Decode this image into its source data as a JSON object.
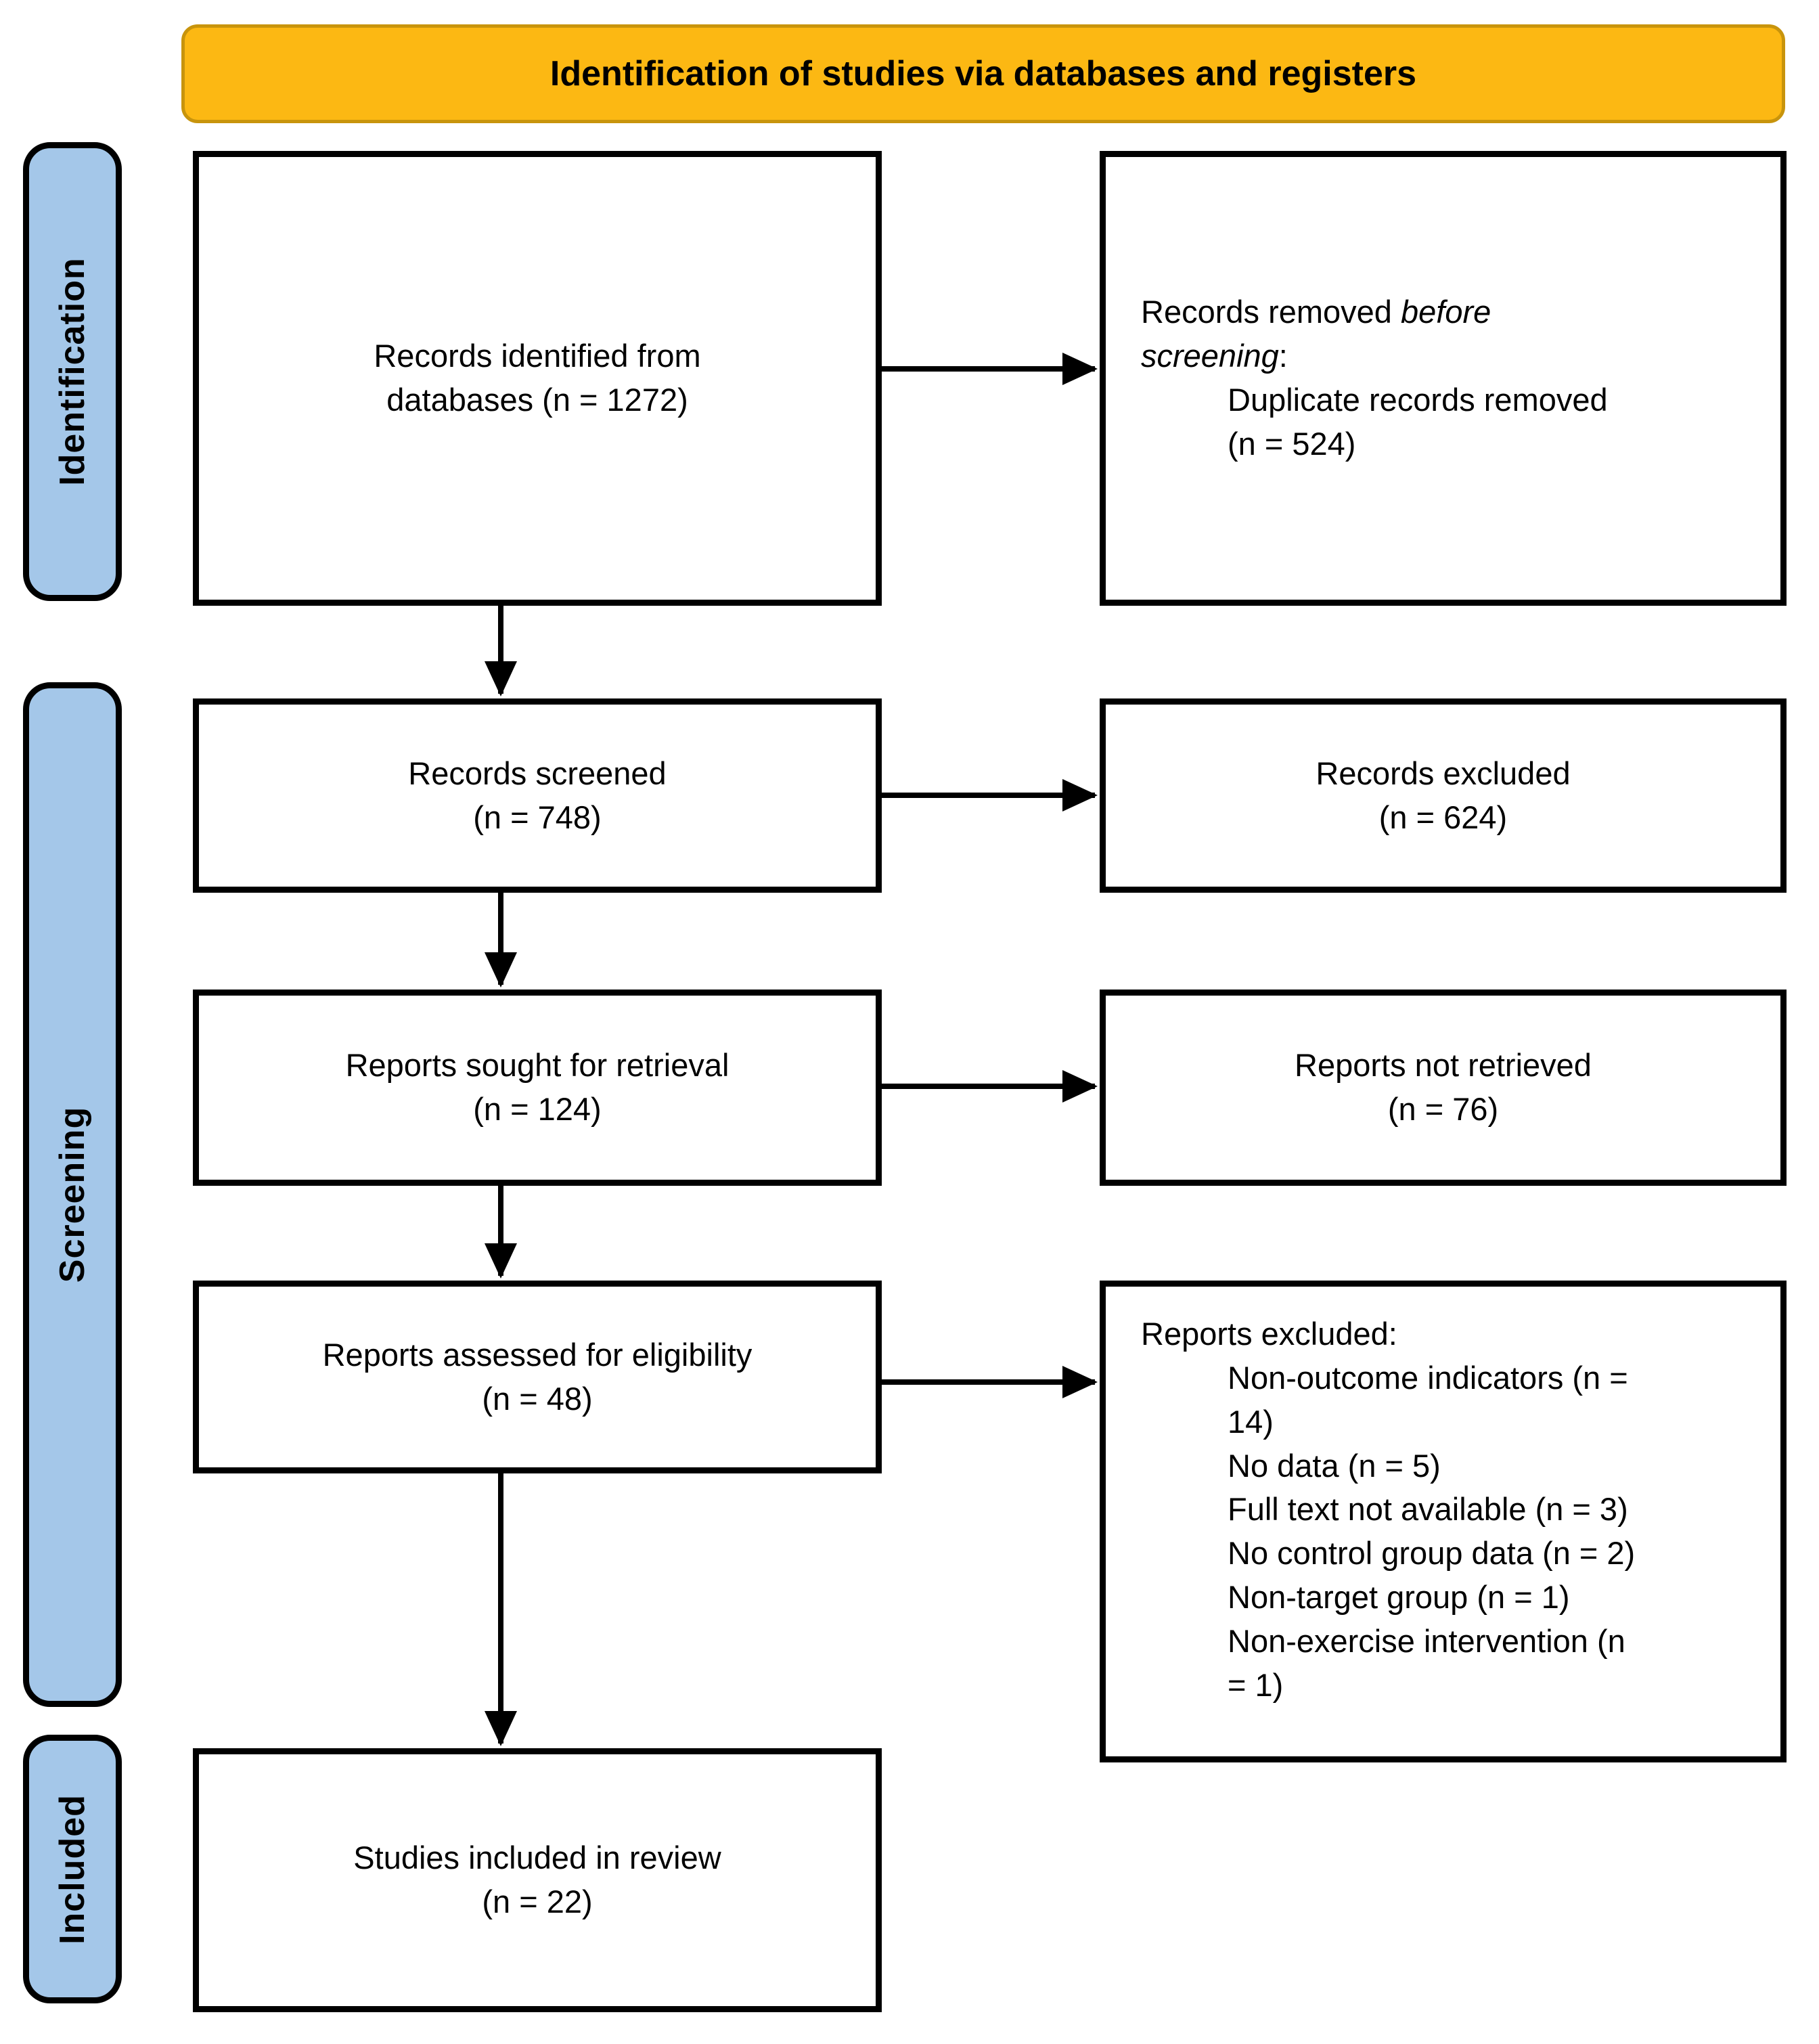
{
  "banner": {
    "label": "Identification of studies via databases and registers"
  },
  "stages": {
    "identification": "Identification",
    "screening": "Screening",
    "included": "Included"
  },
  "nodes": {
    "records_identified": {
      "lines": [
        "Records identified from",
        "databases (n = 1272)"
      ]
    },
    "records_removed": {
      "prefix": "Records removed ",
      "italic": "before screening",
      "suffix": ":",
      "items": [
        "Duplicate records removed (n = 524)"
      ]
    },
    "records_screened": {
      "lines": [
        "Records screened",
        "(n = 748)"
      ]
    },
    "records_excluded": {
      "lines": [
        "Records excluded",
        "(n = 624)"
      ]
    },
    "reports_sought": {
      "lines": [
        "Reports sought for retrieval",
        "(n = 124)"
      ]
    },
    "reports_not_retrieved": {
      "lines": [
        "Reports not retrieved",
        "(n = 76)"
      ]
    },
    "reports_assessed": {
      "lines": [
        "Reports assessed for eligibility",
        "(n = 48)"
      ]
    },
    "reports_excluded": {
      "title": "Reports excluded:",
      "items": [
        "Non-outcome indicators (n = 14)",
        "No data (n = 5)",
        "Full text not available (n = 3)",
        "No control group data (n = 2)",
        "Non-target group (n = 1)",
        "Non-exercise intervention (n = 1)"
      ]
    },
    "studies_included": {
      "lines": [
        "Studies included in review",
        "(n = 22)"
      ]
    }
  },
  "colors": {
    "banner_fill": "#FCB813",
    "banner_border": "#C8940C",
    "stage_fill": "#A4C7E9",
    "box_border": "#000000",
    "arrow": "#000000"
  }
}
